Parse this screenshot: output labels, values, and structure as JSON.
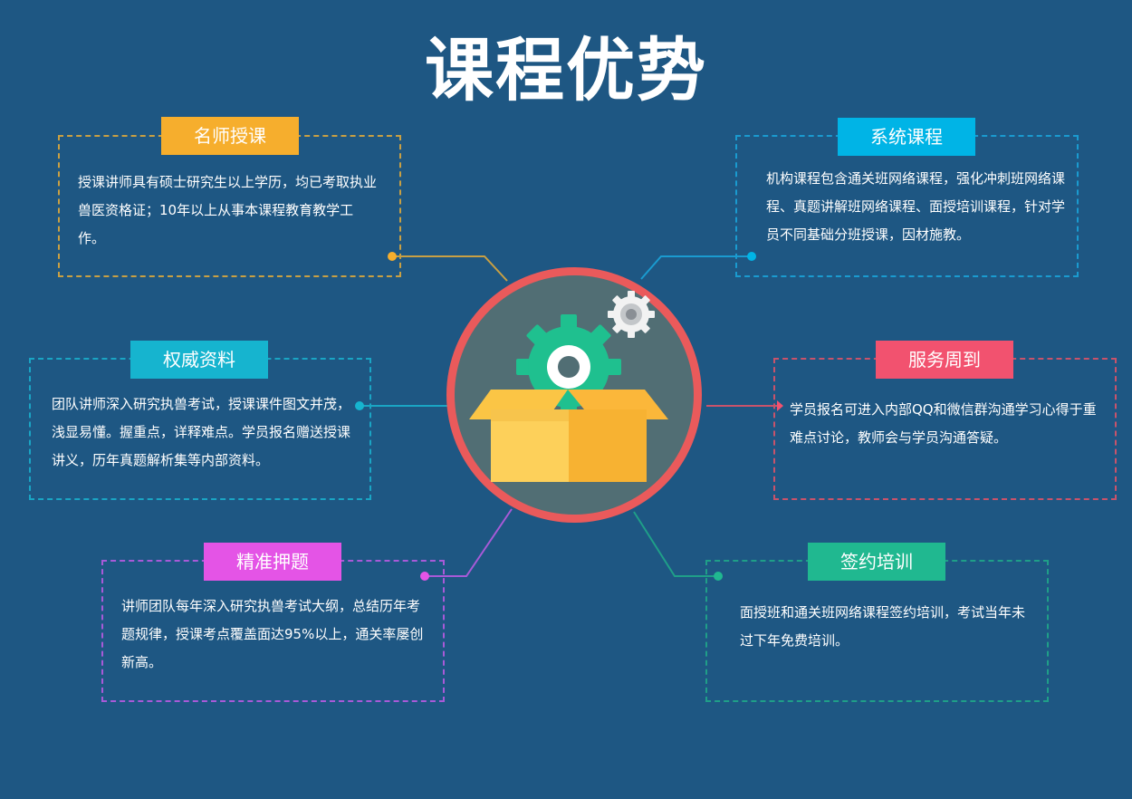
{
  "title": "课程优势",
  "colors": {
    "background": "#1e5783",
    "orange": "#f6ae2d",
    "blue": "#00b4e6",
    "cyan": "#16b4cf",
    "red": "#f2526f",
    "purple": "#e454e6",
    "green": "#20b890",
    "ring": "#e8585a"
  },
  "features": [
    {
      "label": "名师授课",
      "desc": "授课讲师具有硕士研究生以上学历，均已考取执业兽医资格证；10年以上从事本课程教育教学工作。"
    },
    {
      "label": "系统课程",
      "desc": "机构课程包含通关班网络课程，强化冲刺班网络课程、真题讲解班网络课程、面授培训课程，针对学员不同基础分班授课，因材施教。"
    },
    {
      "label": "权威资料",
      "desc": "团队讲师深入研究执兽考试，授课课件图文并茂，浅显易懂。握重点，详释难点。学员报名赠送授课讲义，历年真题解析集等内部资料。"
    },
    {
      "label": "服务周到",
      "desc": "学员报名可进入内部QQ和微信群沟通学习心得于重难点讨论，教师会与学员沟通答疑。"
    },
    {
      "label": "精准押题",
      "desc": "讲师团队每年深入研究执兽考试大纲，总结历年考题规律，授课考点覆盖面达95%以上，通关率屡创新高。"
    },
    {
      "label": "签约培训",
      "desc": "面授班和通关班网络课程签约培训，考试当年未过下年免费培训。"
    }
  ]
}
